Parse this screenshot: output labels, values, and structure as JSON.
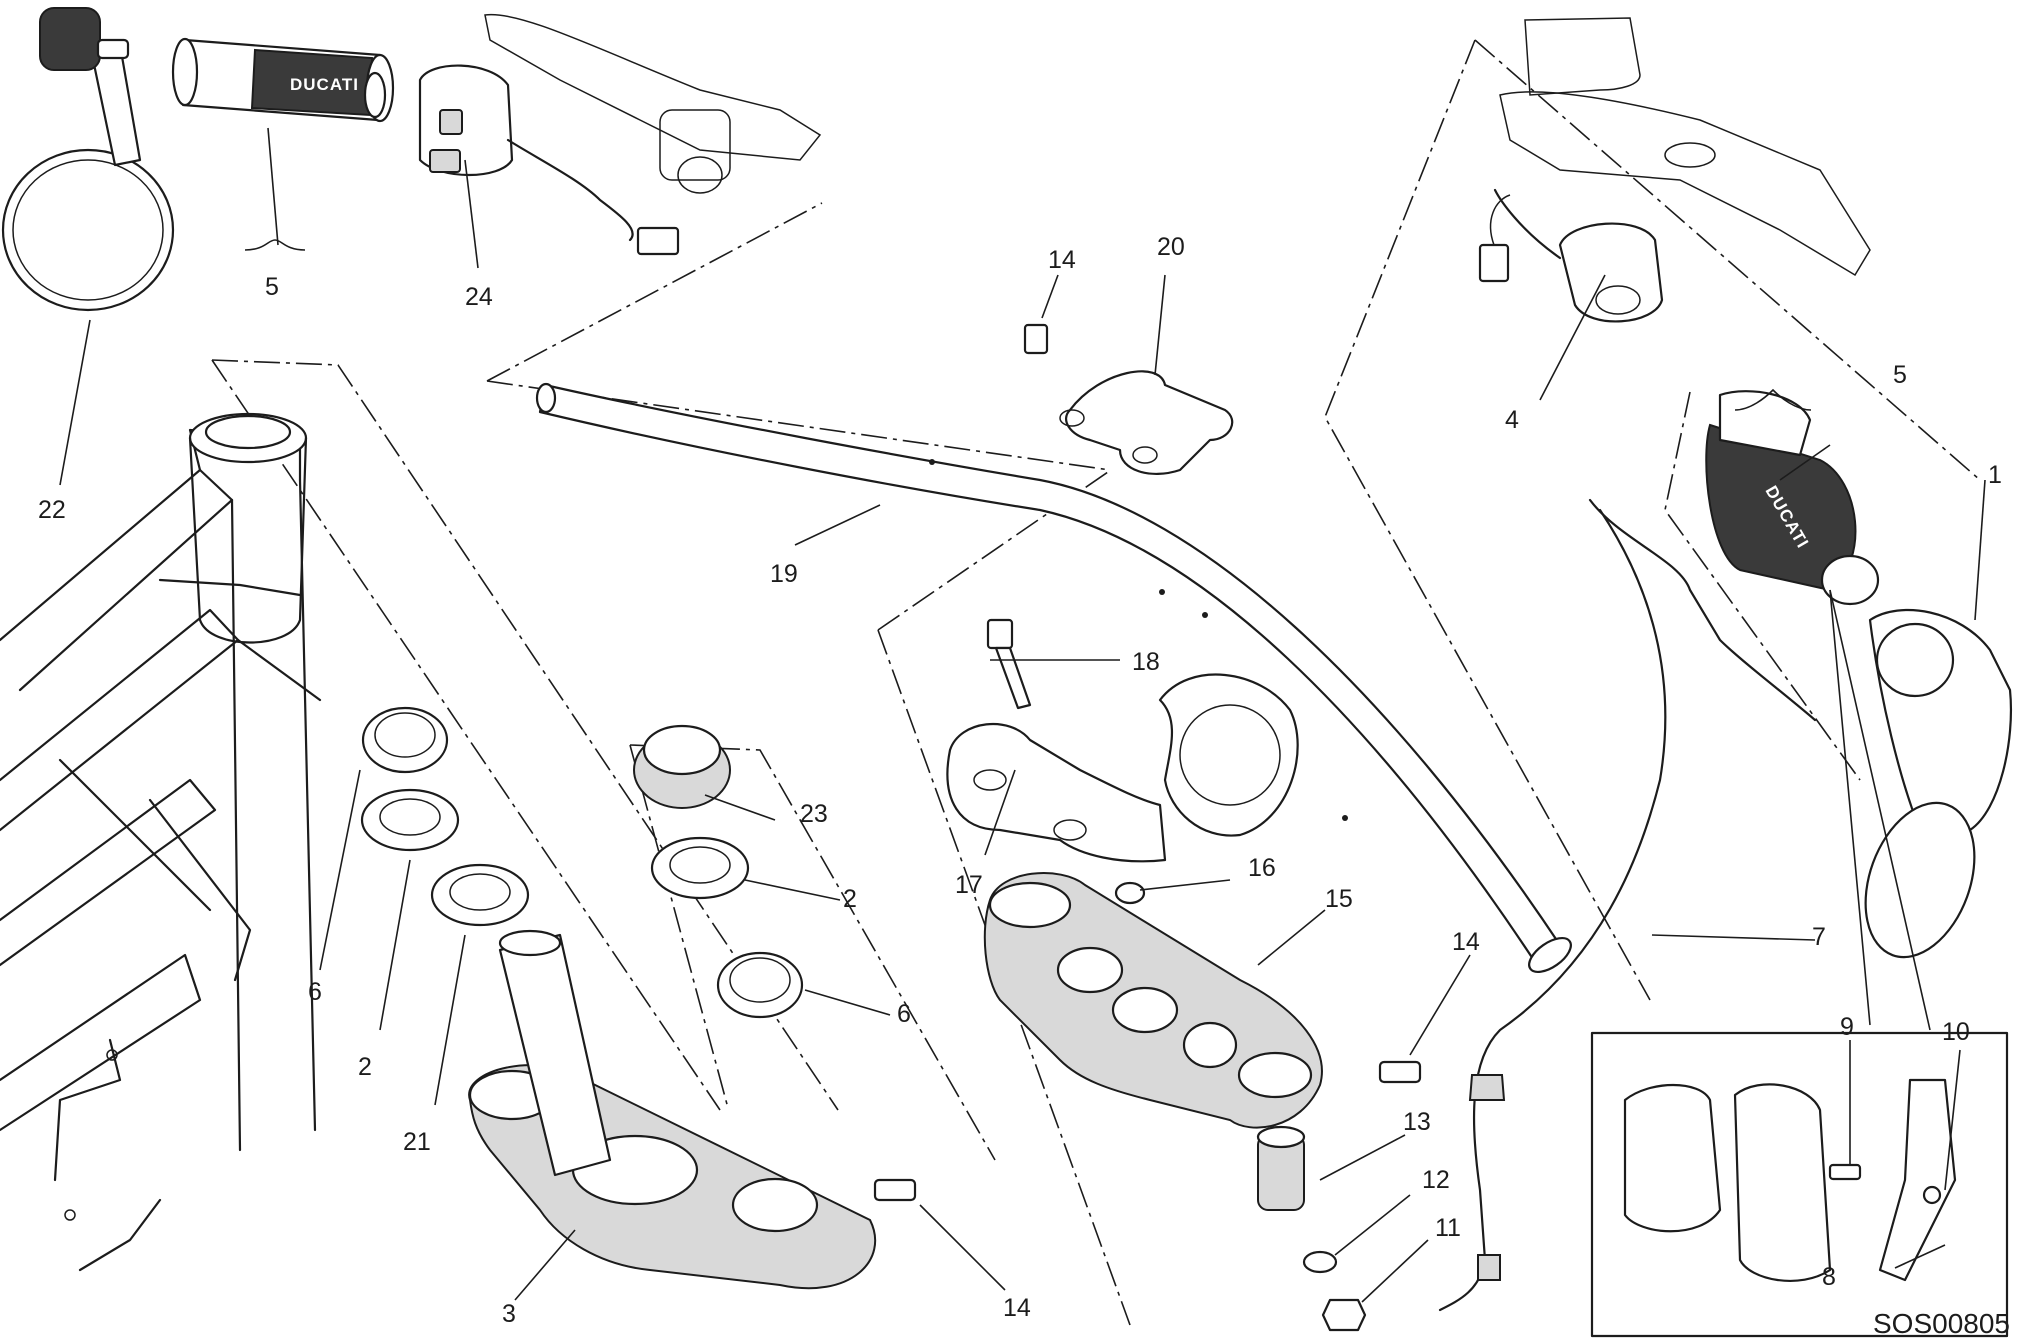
{
  "diagram": {
    "drawing_code": "SOS00805",
    "brand_text": "DUCATI",
    "callouts": {
      "c1": "1",
      "c2a": "2",
      "c2b": "2",
      "c3": "3",
      "c4": "4",
      "c5a": "5",
      "c5b": "5",
      "c6a": "6",
      "c6b": "6",
      "c7": "7",
      "c8": "8",
      "c9": "9",
      "c10": "10",
      "c11": "11",
      "c12": "12",
      "c13": "13",
      "c14a": "14",
      "c14b": "14",
      "c14c": "14",
      "c15": "15",
      "c16": "16",
      "c17": "17",
      "c18": "18",
      "c19": "19",
      "c20": "20",
      "c21": "21",
      "c22": "22",
      "c23": "23",
      "c24": "24"
    }
  }
}
